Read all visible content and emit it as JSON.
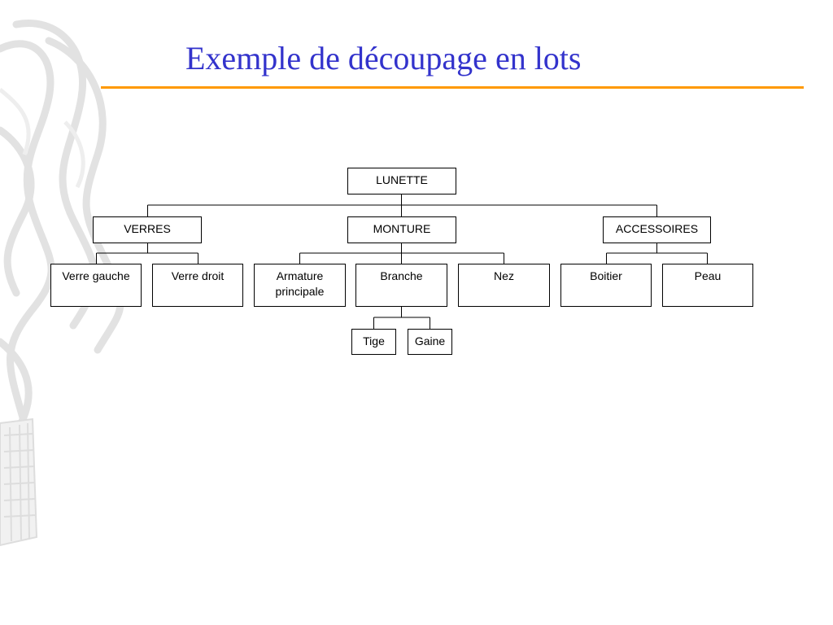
{
  "slide": {
    "title": "Exemple de découpage en lots",
    "title_color": "#3333cc",
    "rule_color": "#ff9900"
  },
  "tree": {
    "root": "LUNETTE",
    "level1": {
      "verres": "VERRES",
      "monture": "MONTURE",
      "accessoires": "ACCESSOIRES"
    },
    "level2": {
      "verre_gauche": "Verre gauche",
      "verre_droit": "Verre droit",
      "armature_line1": "Armature",
      "armature_line2": "principale",
      "branche": "Branche",
      "nez": "Nez",
      "boitier": "Boitier",
      "peau": "Peau"
    },
    "level3": {
      "tige": "Tige",
      "gaine": "Gaine"
    }
  }
}
